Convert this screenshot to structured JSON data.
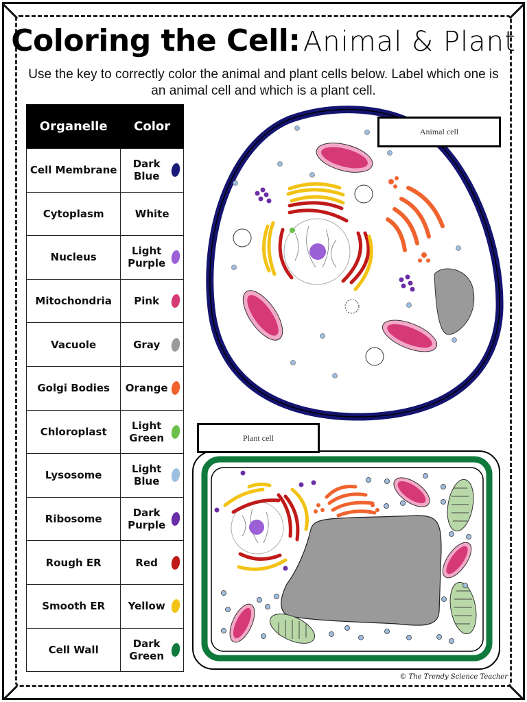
{
  "title": {
    "bold": "Coloring the Cell:",
    "light": "Animal & Plant"
  },
  "instructions": "Use the key to correctly color the animal and plant cells below. Label which one is an animal cell and which is a plant cell.",
  "key_table": {
    "headers": {
      "organelle": "Organelle",
      "color": "Color"
    },
    "rows": [
      {
        "organelle": "Cell Membrane",
        "color": "Dark Blue",
        "swatch": "#1a1a7a"
      },
      {
        "organelle": "Cytoplasm",
        "color": "White",
        "swatch": null
      },
      {
        "organelle": "Nucleus",
        "color": "Light Purple",
        "swatch": "#9b5fd6"
      },
      {
        "organelle": "Mitochondria",
        "color": "Pink",
        "swatch": "#d63a76"
      },
      {
        "organelle": "Vacuole",
        "color": "Gray",
        "swatch": "#9a9a9a"
      },
      {
        "organelle": "Golgi Bodies",
        "color": "Orange",
        "swatch": "#f0632e"
      },
      {
        "organelle": "Chloroplast",
        "color": "Light Green",
        "swatch": "#6cc04a"
      },
      {
        "organelle": "Lysosome",
        "color": "Light Blue",
        "swatch": "#9fbfe0"
      },
      {
        "organelle": "Ribosome",
        "color": "Dark Purple",
        "swatch": "#6a2fa6"
      },
      {
        "organelle": "Rough ER",
        "color": "Red",
        "swatch": "#c01a1a"
      },
      {
        "organelle": "Smooth ER",
        "color": "Yellow",
        "swatch": "#f2c315"
      },
      {
        "organelle": "Cell Wall",
        "color": "Dark Green",
        "swatch": "#0f7a3c"
      }
    ]
  },
  "animal_cell": {
    "label": "Animal cell"
  },
  "plant_cell": {
    "label": "Plant cell"
  },
  "credit": "© The Trendy Science Teacher"
}
